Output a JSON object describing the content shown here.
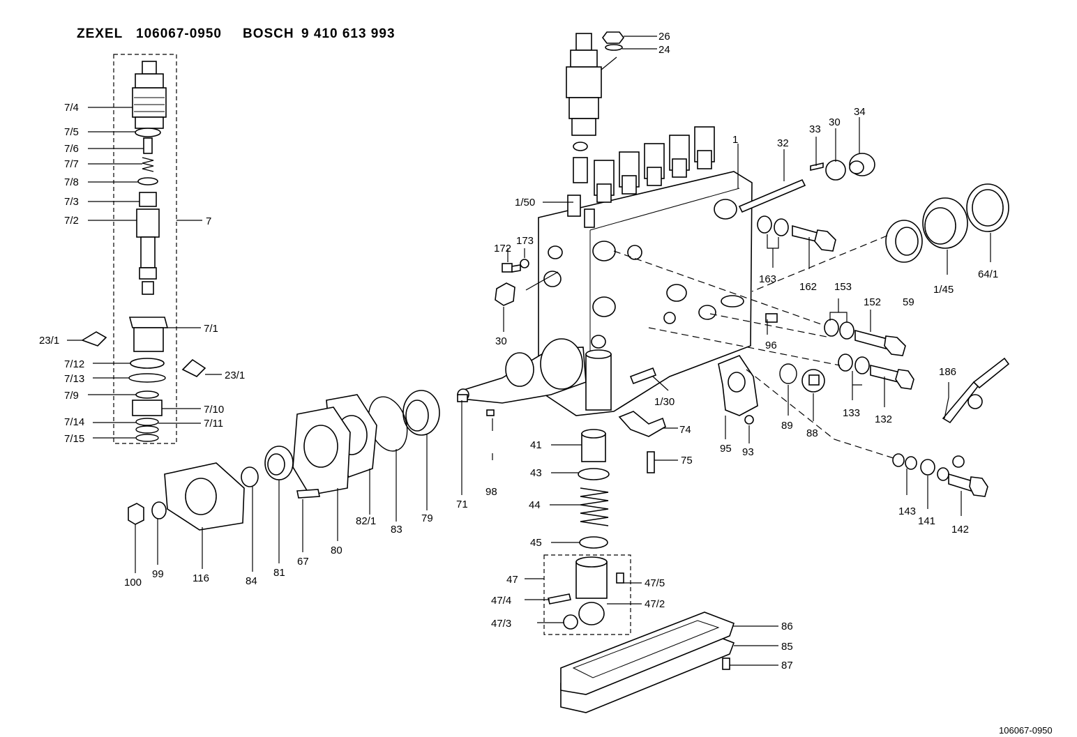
{
  "title": {
    "brand1": "ZEXEL",
    "part1": "106067-0950",
    "brand2": "BOSCH",
    "part2": "9 410 613 993"
  },
  "footer_text": "106067-0950",
  "labels": {
    "l26": "26",
    "l24": "24",
    "l1": "1",
    "l32": "32",
    "l33": "33",
    "l30a": "30",
    "l34": "34",
    "l1_50": "1/50",
    "l173": "173",
    "l172": "172",
    "l163": "163",
    "l162": "162",
    "l1_45": "1/45",
    "l64_1": "64/1",
    "l59": "59",
    "l153": "153",
    "l152": "152",
    "l30b": "30",
    "l96": "96",
    "l133": "133",
    "l132": "132",
    "l186": "186",
    "l1_30": "1/30",
    "l74": "74",
    "l75": "75",
    "l95": "95",
    "l93": "93",
    "l89": "89",
    "l88": "88",
    "l143": "143",
    "l141": "141",
    "l142": "142",
    "l7_4": "7/4",
    "l7_5": "7/5",
    "l7_6": "7/6",
    "l7_7": "7/7",
    "l7_8": "7/8",
    "l7_3": "7/3",
    "l7_2": "7/2",
    "l7": "7",
    "l7_1": "7/1",
    "l23_1a": "23/1",
    "l23_1b": "23/1",
    "l7_12": "7/12",
    "l7_13": "7/13",
    "l7_9": "7/9",
    "l7_10": "7/10",
    "l7_14": "7/14",
    "l7_11": "7/11",
    "l7_15": "7/15",
    "l71": "71",
    "l79": "79",
    "l83": "83",
    "l82_1": "82/1",
    "l80": "80",
    "l81": "81",
    "l84": "84",
    "l116": "116",
    "l99": "99",
    "l100": "100",
    "l67": "67",
    "l98": "98",
    "l41": "41",
    "l43": "43",
    "l44": "44",
    "l45": "45",
    "l47": "47",
    "l47_5": "47/5",
    "l47_4": "47/4",
    "l47_2": "47/2",
    "l47_3": "47/3",
    "l86": "86",
    "l85": "85",
    "l87": "87"
  }
}
